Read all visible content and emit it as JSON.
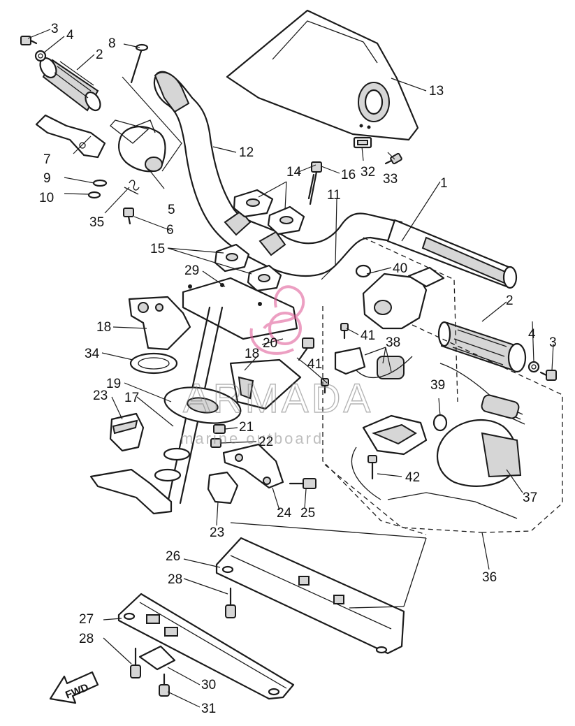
{
  "diagram": {
    "watermark": {
      "brand": "ARMADA",
      "sub": "marine outboard",
      "logo_color": "#e0609a"
    },
    "direction_label": "FWD",
    "callouts": {
      "c1": "1",
      "c2a": "2",
      "c2b": "2",
      "c3a": "3",
      "c3b": "3",
      "c4a": "4",
      "c4b": "4",
      "c5": "5",
      "c6": "6",
      "c7": "7",
      "c8": "8",
      "c9": "9",
      "c10": "10",
      "c11": "11",
      "c12": "12",
      "c13": "13",
      "c14": "14",
      "c15": "15",
      "c16": "16",
      "c17": "17",
      "c18a": "18",
      "c18b": "18",
      "c19": "19",
      "c20": "20",
      "c21": "21",
      "c22": "22",
      "c23a": "23",
      "c23b": "23",
      "c24": "24",
      "c25": "25",
      "c26": "26",
      "c27": "27",
      "c28a": "28",
      "c28b": "28",
      "c29": "29",
      "c30": "30",
      "c31": "31",
      "c32": "32",
      "c33": "33",
      "c34": "34",
      "c35": "35",
      "c36": "36",
      "c37": "37",
      "c38": "38",
      "c39": "39",
      "c40": "40",
      "c41a": "41",
      "c41b": "41",
      "c42": "42"
    }
  }
}
